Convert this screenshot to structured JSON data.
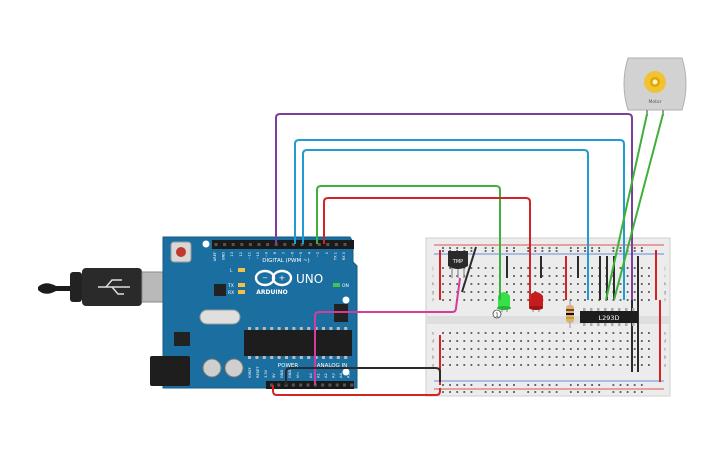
{
  "arduino": {
    "brand": "ARDUINO",
    "model": "UNO",
    "digital_header": "DIGITAL (PWM ~)",
    "power_header": "POWER",
    "analog_header": "ANALOG IN",
    "on_label": "ON",
    "l_label": "L",
    "tx_label": "TX",
    "rx_label": "RX",
    "top_pins": [
      "AREF",
      "GND",
      "13",
      "12",
      "~11",
      "~10",
      "~9",
      "8",
      "7",
      "~6",
      "~5",
      "4",
      "~3",
      "2",
      "TX 1",
      "RX 0"
    ],
    "power_pins": [
      "IOREF",
      "RESET",
      "3.3V",
      "5V",
      "GND",
      "GND",
      "Vin"
    ],
    "analog_pins": [
      "A0",
      "A1",
      "A2",
      "A3",
      "A4",
      "A5"
    ]
  },
  "sensor": {
    "label": "TMP"
  },
  "driver": {
    "label": "L293D"
  },
  "motor": {
    "label": "Motor"
  },
  "led_marker": "1",
  "breadboard": {
    "row_letters_top": [
      "j",
      "i",
      "h",
      "g",
      "f"
    ],
    "row_letters_bottom": [
      "e",
      "d",
      "c",
      "b",
      "a"
    ]
  },
  "colors": {
    "board_blue": "#1b6ea0",
    "wire_purple": "#7b3f9b",
    "wire_blue": "#229bd0",
    "wire_green": "#3fb03a",
    "wire_red": "#d32424",
    "wire_magenta": "#d63a9a",
    "wire_black": "#2b2b2b"
  }
}
